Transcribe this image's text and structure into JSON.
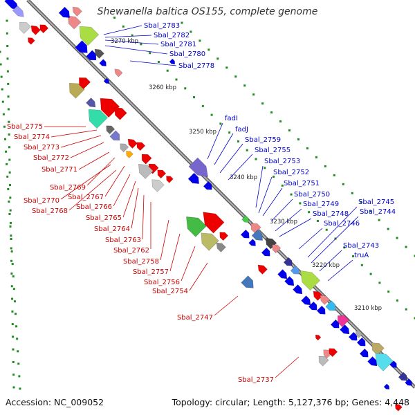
{
  "title": "Shewanella baltica OS155, complete genome",
  "footer": {
    "accession": "Accession: NC_009052",
    "summary": "Topology: circular; Length: 5,127,376 bp; Genes: 4,448"
  },
  "colors": {
    "forward_label": "#0000cc",
    "reverse_label": "#cc0000",
    "backbone": "#888888",
    "forward_gene": "#0000ee",
    "reverse_gene": "#ee0000",
    "tick": "#228b22"
  },
  "scale_labels": [
    "3270 kbp",
    "3260 kbp",
    "3250 kbp",
    "3240 kbp",
    "3230 kbp",
    "3220 kbp",
    "3210 kbp"
  ],
  "forward_labels": [
    "Sbal_2783",
    "Sbal_2782",
    "Sbal_2781",
    "Sbal_2780",
    "Sbal_2778",
    "fadI",
    "fadJ",
    "Sbal_2759",
    "Sbal_2755",
    "Sbal_2753",
    "Sbal_2752",
    "Sbal_2751",
    "Sbal_2750",
    "Sbal_2749",
    "Sbal_2748",
    "Sbal_2746",
    "Sbal_2745",
    "Sbal_2744",
    "Sbal_2743",
    "truA"
  ],
  "reverse_labels": [
    "Sbal_2775",
    "Sbal_2774",
    "Sbal_2773",
    "Sbal_2772",
    "Sbal_2771",
    "Sbal_2769",
    "Sbal_2770",
    "Sbal_2767",
    "Sbal_2768",
    "Sbal_2766",
    "Sbal_2765",
    "Sbal_2764",
    "Sbal_2763",
    "Sbal_2762",
    "Sbal_2758",
    "Sbal_2757",
    "Sbal_2756",
    "Sbal_2754",
    "Sbal_2747",
    "Sbal_2737"
  ]
}
